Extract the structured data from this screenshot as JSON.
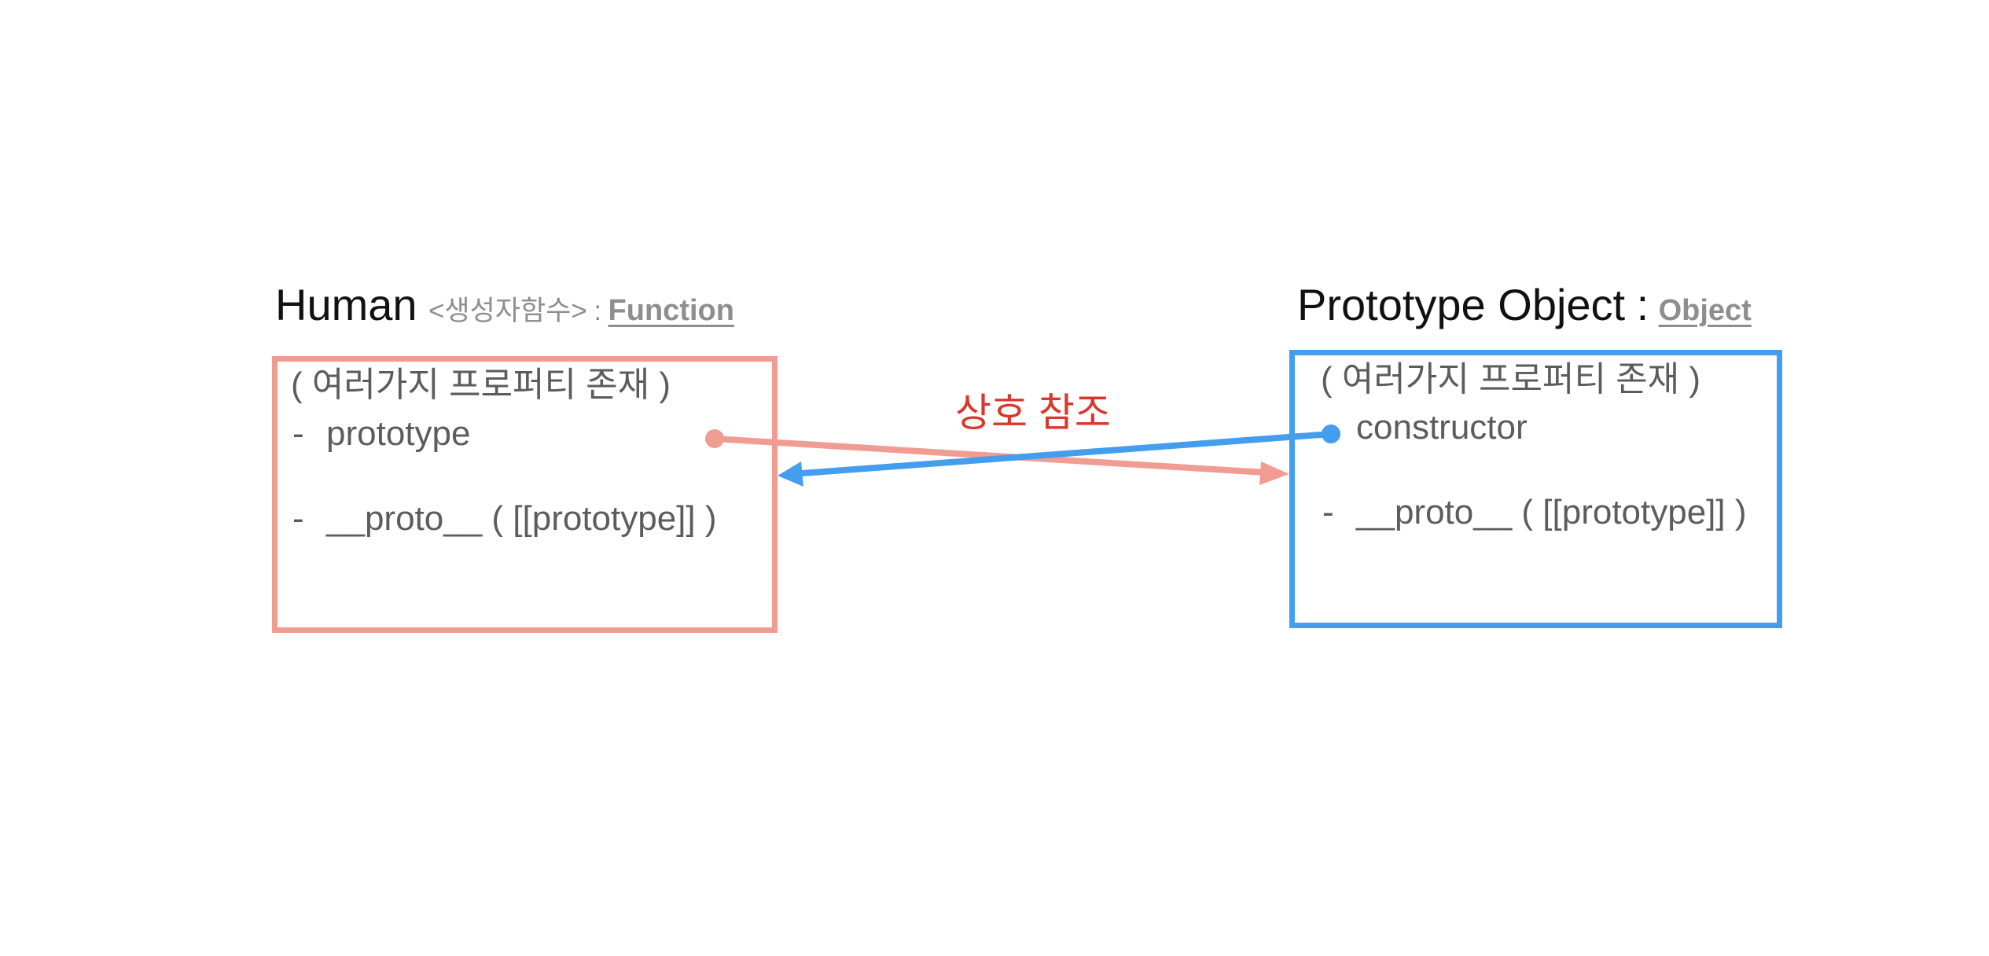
{
  "human": {
    "name": "Human",
    "tag": "<생성자함수>",
    "separator": ":",
    "type": "Function",
    "note": "( 여러가지 프로퍼티 존재 )",
    "prop1_dash": "-",
    "prop1": "prototype",
    "prop2_dash": "-",
    "prop2": "__proto__ ( [[prototype]] )"
  },
  "proto_object": {
    "name": "Prototype Object",
    "separator": ":",
    "type": "Object",
    "note": "( 여러가지 프로퍼티 존재 )",
    "prop1": "constructor",
    "prop2_dash": "-",
    "prop2": "__proto__ ( [[prototype]] )"
  },
  "relation": {
    "label": "상호 참조"
  },
  "colors": {
    "human_accent": "#f19c93",
    "proto_accent": "#459ded",
    "relation_text": "#d9372b",
    "body_text": "#5c5c5c",
    "meta_text": "#8e8e8e"
  }
}
